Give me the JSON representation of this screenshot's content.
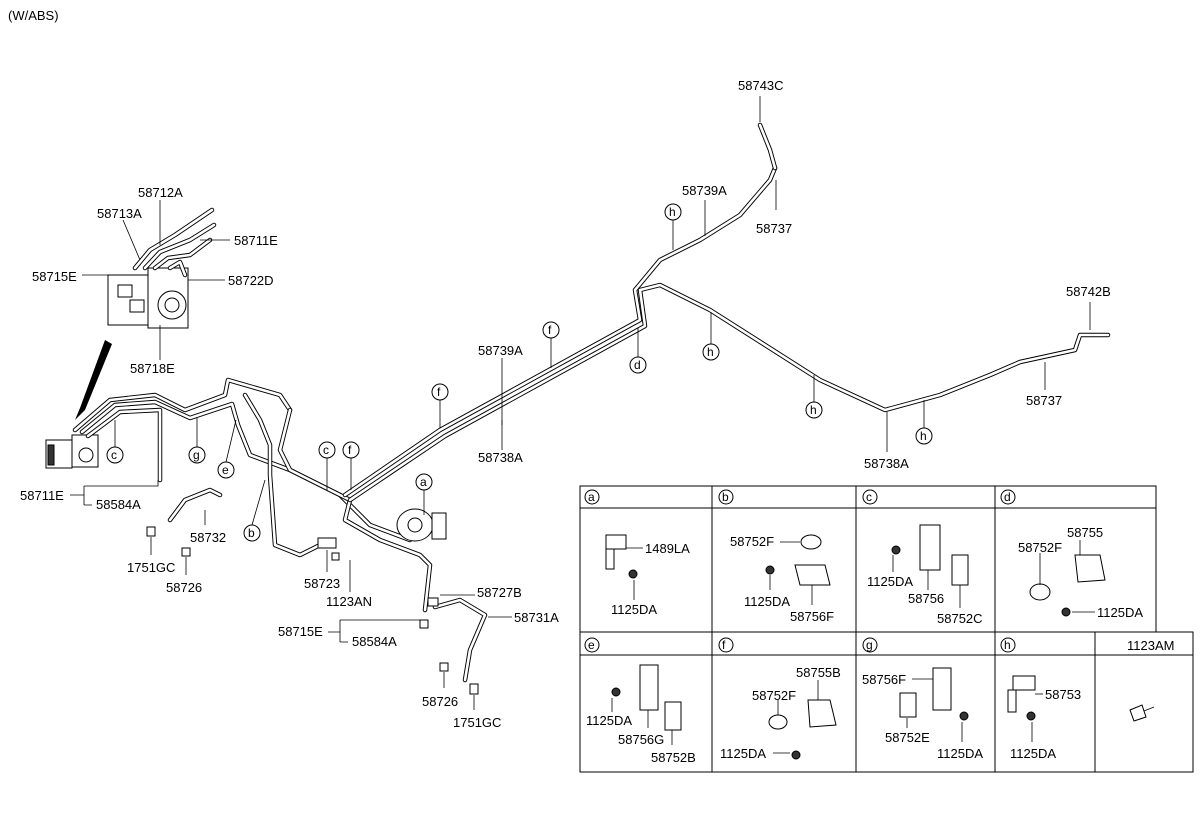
{
  "header": {
    "variant": "(W/ABS)"
  },
  "callouts": {
    "abs_unit": {
      "p58712A": "58712A",
      "p58713A": "58713A",
      "p58711E": "58711E",
      "p58715E": "58715E",
      "p58722D": "58722D",
      "p58718E": "58718E"
    },
    "left": {
      "p58711E": "58711E",
      "p58584A": "58584A",
      "p58732": "58732",
      "p1751GC": "1751GC",
      "p58726": "58726",
      "p58723": "58723",
      "p1123AN": "1123AN"
    },
    "center": {
      "p58727B": "58727B",
      "p58731A": "58731A",
      "p58715E": "58715E",
      "p58584A": "58584A",
      "p58726": "58726",
      "p1751GC": "1751GC",
      "p58739A": "58739A",
      "p58738A": "58738A"
    },
    "right": {
      "p58743C": "58743C",
      "p58739A": "58739A",
      "p58737a": "58737",
      "p58742B": "58742B",
      "p58737b": "58737",
      "p58738A": "58738A"
    }
  },
  "letters": {
    "a": "a",
    "b": "b",
    "c": "c",
    "d": "d",
    "e": "e",
    "f": "f",
    "g": "g",
    "h": "h"
  },
  "detail_table": {
    "cells": [
      {
        "key": "a",
        "labels": [
          "1489LA",
          "1125DA"
        ]
      },
      {
        "key": "b",
        "labels": [
          "58752F",
          "1125DA",
          "58756F"
        ]
      },
      {
        "key": "c",
        "labels": [
          "1125DA",
          "58756",
          "58752C"
        ]
      },
      {
        "key": "d",
        "labels": [
          "58752F",
          "58755",
          "1125DA"
        ]
      },
      {
        "key": "e",
        "labels": [
          "1125DA",
          "58756G",
          "58752B"
        ]
      },
      {
        "key": "f",
        "labels": [
          "58755B",
          "58752F",
          "1125DA"
        ]
      },
      {
        "key": "g",
        "labels": [
          "58756F",
          "58752E",
          "1125DA"
        ]
      },
      {
        "key": "h",
        "labels": [
          "58753",
          "1125DA"
        ]
      },
      {
        "key": "1123AM",
        "labels": []
      }
    ]
  }
}
